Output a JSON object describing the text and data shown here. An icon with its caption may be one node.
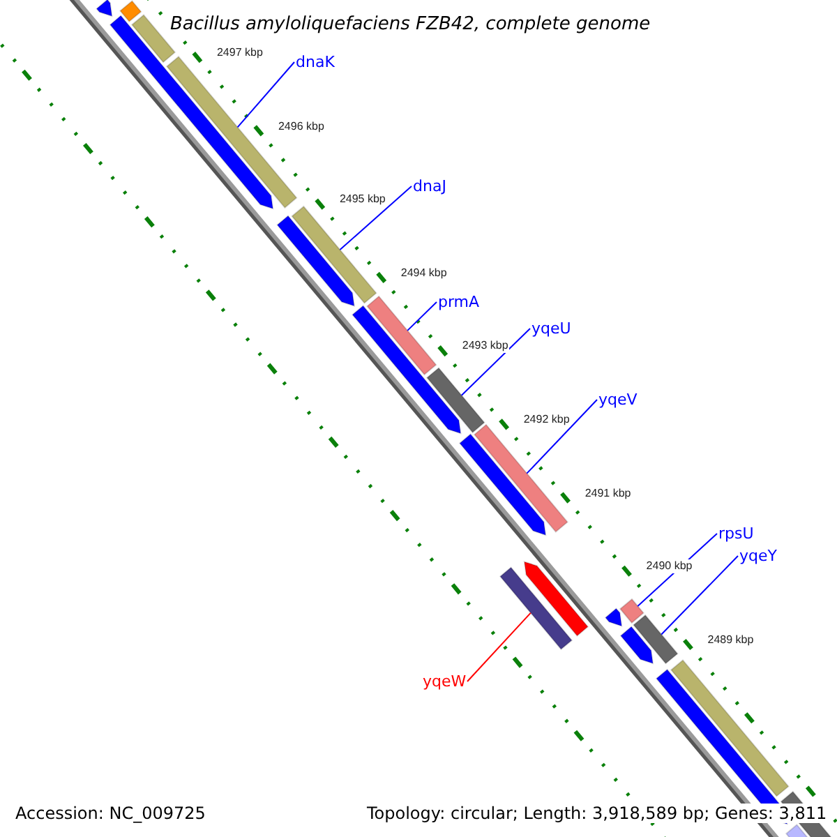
{
  "diagram": {
    "title": "Bacillus amyloliquefaciens FZB42, complete genome",
    "nodes": [
      {
        "text": [
          "dnaK"
        ]
      },
      {
        "text": [
          "dnaJ"
        ]
      },
      {
        "text": [
          "prmA"
        ]
      },
      {
        "text": [
          "yqeU"
        ]
      },
      {
        "text": [
          "yqeV"
        ]
      },
      {
        "text": [
          "rpsU"
        ]
      },
      {
        "text": [
          "yqeY"
        ]
      },
      {
        "text": [
          "yqeW"
        ]
      },
      {
        "text": [],
        "shape": "pentagon"
      },
      {
        "text": [],
        "shape": "bar"
      },
      {
        "text": [],
        "shape": "pentagon"
      },
      {
        "text": [],
        "shape": "bar"
      },
      {
        "text": [],
        "shape": "bar"
      },
      {
        "text": [],
        "shape": "pentagon"
      },
      {
        "text": [],
        "shape": "bar"
      },
      {
        "text": [],
        "shape": "pentagon"
      },
      {
        "text": [],
        "shape": "bar"
      },
      {
        "text": [],
        "shape": "bar"
      },
      {
        "text": [],
        "shape": "pentagon"
      },
      {
        "text": [],
        "shape": "bar"
      },
      {
        "text": [],
        "shape": "bar"
      },
      {
        "text": [],
        "shape": "pentagon"
      },
      {
        "text": [],
        "shape": "pentagon"
      },
      {
        "text": [],
        "shape": "bar"
      },
      {
        "text": [],
        "shape": "pentagon"
      },
      {
        "text": [],
        "shape": "bar"
      },
      {
        "text": [],
        "shape": "pentagon"
      },
      {
        "text": [],
        "shape": "bar"
      },
      {
        "text": [],
        "shape": "bar"
      },
      {
        "text": [],
        "shape": "pentagon"
      }
    ],
    "edges": [
      {
        "from": 0,
        "to": 12,
        "arrow": "none"
      },
      {
        "from": 1,
        "to": 14,
        "arrow": "none"
      },
      {
        "from": 2,
        "to": 16,
        "arrow": "none"
      },
      {
        "from": 3,
        "to": 17,
        "arrow": "none"
      },
      {
        "from": 4,
        "to": 19,
        "arrow": "none"
      },
      {
        "from": 5,
        "to": 23,
        "arrow": "none"
      },
      {
        "from": 6,
        "to": 25,
        "arrow": "none"
      },
      {
        "from": 7,
        "to": 20,
        "arrow": "none",
        "color": "#ff0000"
      }
    ],
    "labels": [
      "2497 kbp",
      "2496 kbp",
      "2495 kbp",
      "2494 kbp",
      "2493 kbp",
      "2492 kbp",
      "2491 kbp",
      "2490 kbp",
      "2489 kbp",
      "Accession: NC_009725",
      "Topology: circular; Length: 3,918,589 bp; Genes: 3,811"
    ]
  }
}
